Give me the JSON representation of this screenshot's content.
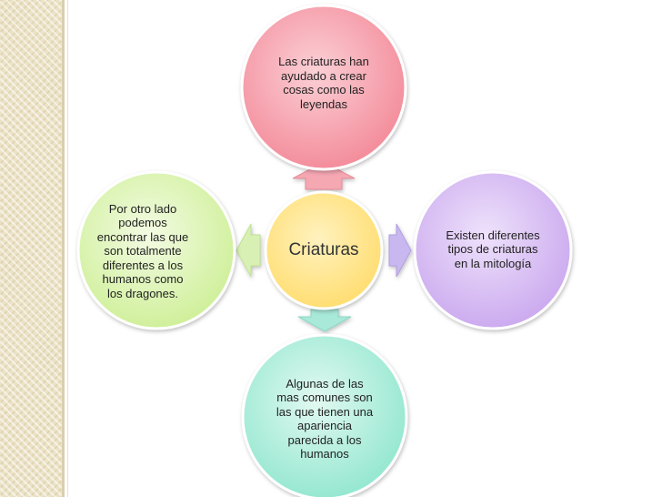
{
  "center": {
    "text": "Criaturas"
  },
  "nodes": {
    "top": {
      "text": "Las criaturas han\nayudado a crear\ncosas como las\nleyendas"
    },
    "right": {
      "text": "Existen diferentes\ntipos de criaturas\nen la mitología"
    },
    "bottom": {
      "text": "Algunas de las\nmas comunes son\nlas que tienen una\napariencia\nparecida a los\nhumanos"
    },
    "left": {
      "text": "Por otro lado\npodemos\nencontrar las que\nson totalmente\ndiferentes a los\nhumanos como\nlos dragones."
    }
  },
  "colors": {
    "center_fill": "#ffe48a",
    "top_fill": "#f7a1ab",
    "right_fill": "#d3b5f1",
    "bottom_fill": "#a6ecd9",
    "left_fill": "#d9f3a8",
    "arrow_top": "#f5a7b2",
    "arrow_right": "#c9b8f0",
    "arrow_bottom": "#a9e9d9",
    "arrow_left": "#d8f0b3",
    "sidebar": "#ece3c7"
  }
}
